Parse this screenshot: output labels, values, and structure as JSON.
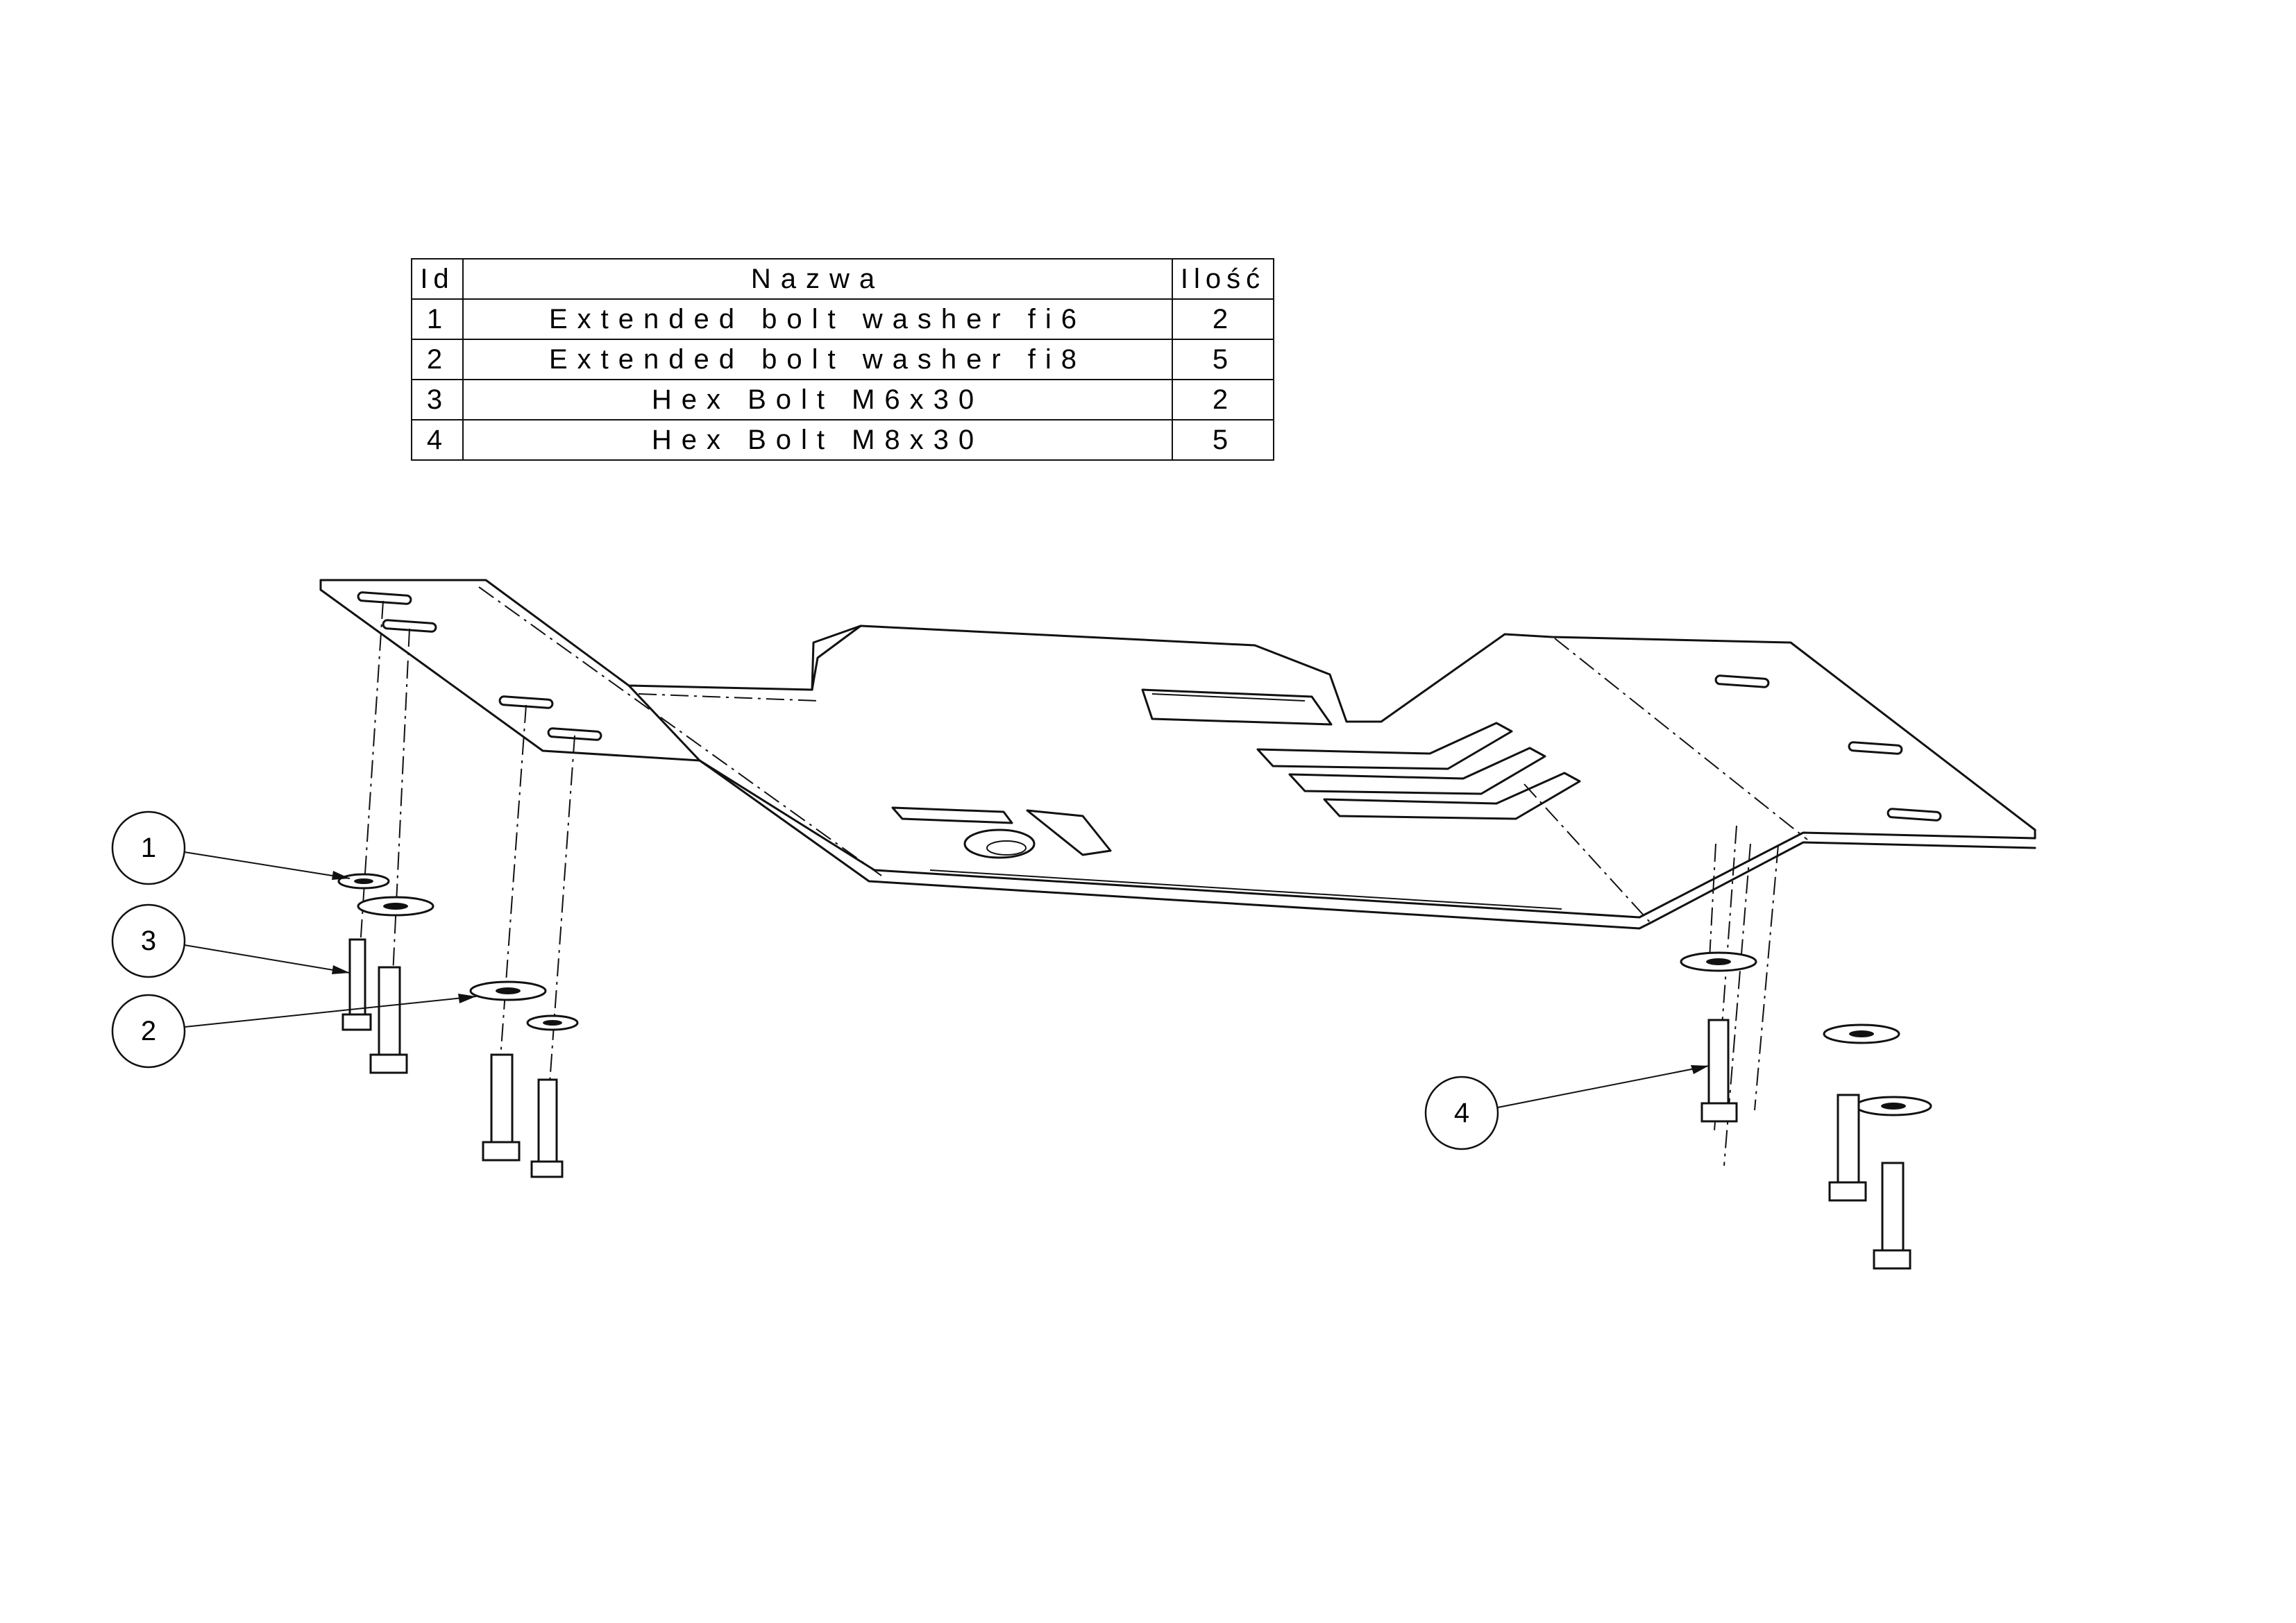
{
  "table": {
    "headers": {
      "id": "Id",
      "name": "Nazwa",
      "qty": "Ilość"
    },
    "rows": [
      {
        "id": "1",
        "name": "Extended bolt washer fi6",
        "qty": "2"
      },
      {
        "id": "2",
        "name": "Extended bolt washer fi8",
        "qty": "5"
      },
      {
        "id": "3",
        "name": "Hex Bolt M6x30",
        "qty": "2"
      },
      {
        "id": "4",
        "name": "Hex Bolt M8x30",
        "qty": "5"
      }
    ]
  },
  "balloons": [
    {
      "label": "1",
      "part": "Extended bolt washer fi6"
    },
    {
      "label": "3",
      "part": "Hex Bolt M6x30"
    },
    {
      "label": "2",
      "part": "Extended bolt washer fi8"
    },
    {
      "label": "4",
      "part": "Hex Bolt M8x30"
    }
  ],
  "colors": {
    "line": "#111111",
    "background": "#ffffff"
  }
}
